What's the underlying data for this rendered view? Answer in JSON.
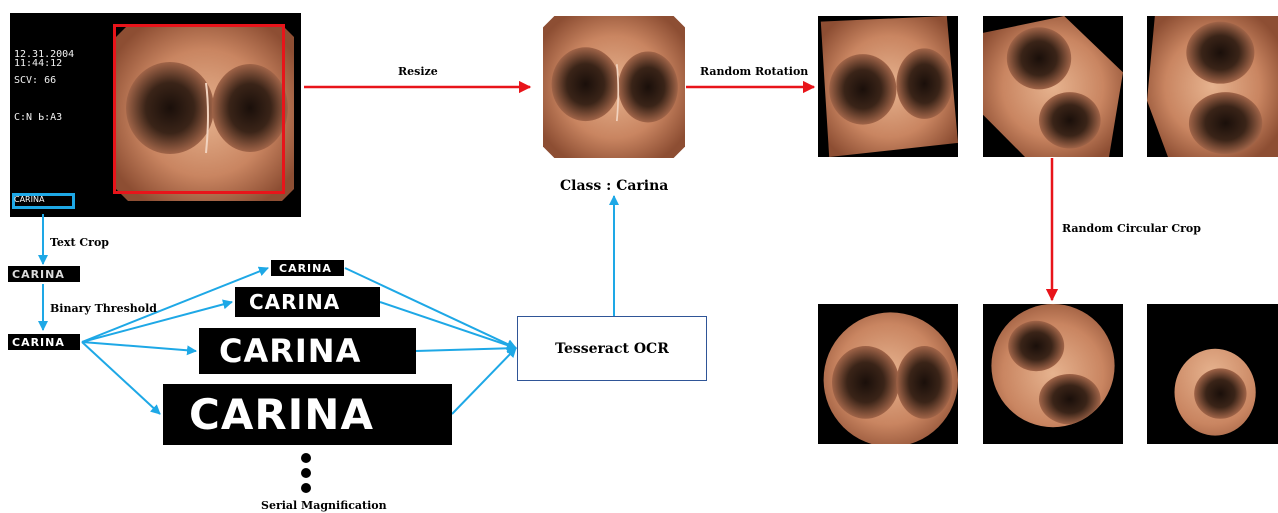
{
  "source": {
    "date": "12.31.2004",
    "time": "11:44:12",
    "scv": "SCV: 66",
    "code": "C:N Ь:A3",
    "caption": "CARINA"
  },
  "labels": {
    "resize": "Resize",
    "random_rotation": "Random Rotation",
    "random_circular_crop": "Random Circular Crop",
    "text_crop": "Text Crop",
    "binary_threshold": "Binary Threshold",
    "serial_magnification": "Serial Magnification",
    "class_result": "Class : Carina",
    "ocr": "Tesseract OCR"
  },
  "strips": {
    "text_crop": "CARINA",
    "binary": "CARINA",
    "mag_1": "CARINA",
    "mag_2": "CARINA",
    "mag_3": "CARINA",
    "mag_4": "CARINA"
  },
  "colors": {
    "red_arrow": "#e8141a",
    "blue_arrow": "#1ea8e6",
    "ocr_border": "#2f5597"
  }
}
